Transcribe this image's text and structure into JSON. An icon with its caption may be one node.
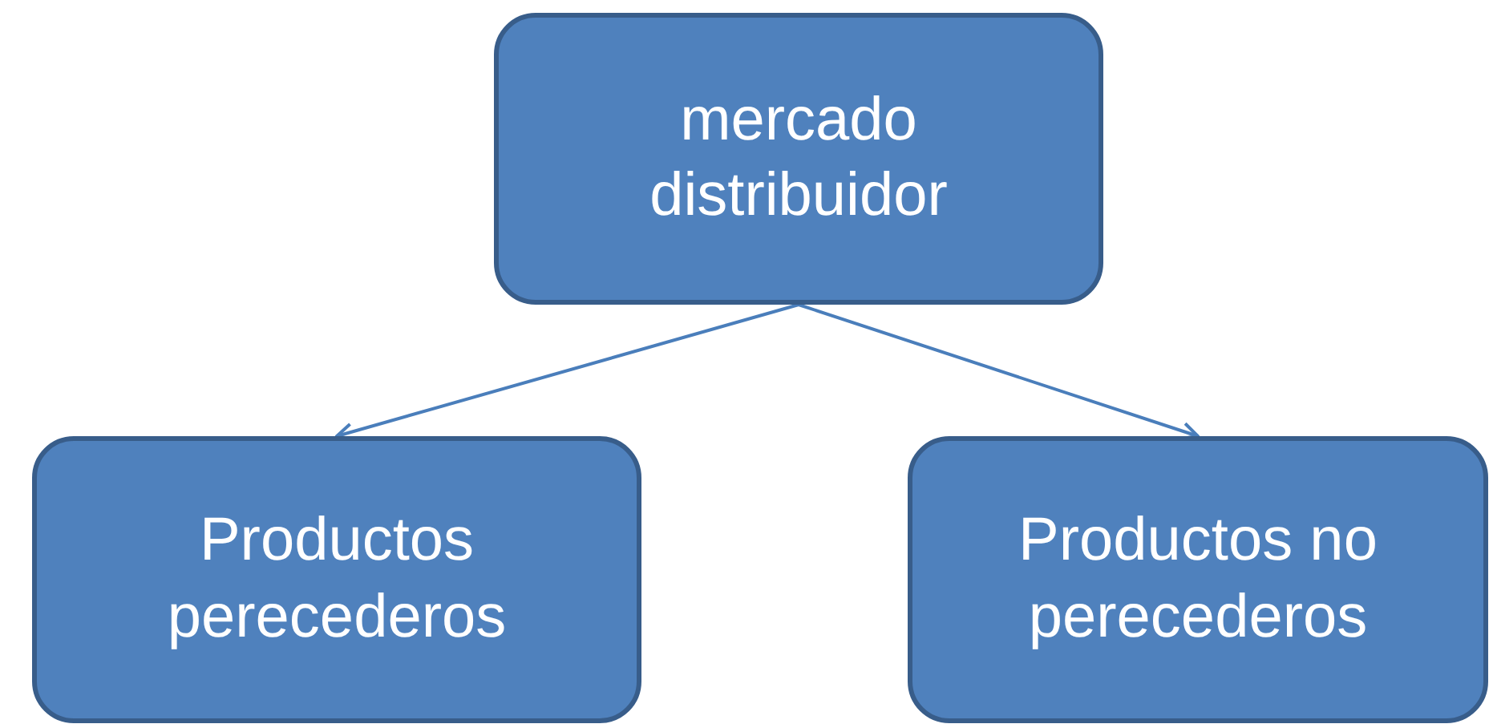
{
  "diagram": {
    "nodes": [
      {
        "text": [
          "mercado distribuidor"
        ]
      },
      {
        "text": [
          "Productos perecederos"
        ]
      },
      {
        "text": [
          "Productos no perecederos"
        ]
      }
    ],
    "edges": [
      {
        "from": 0,
        "to": 1,
        "arrow": "to"
      },
      {
        "from": 0,
        "to": 2,
        "arrow": "to"
      }
    ]
  }
}
